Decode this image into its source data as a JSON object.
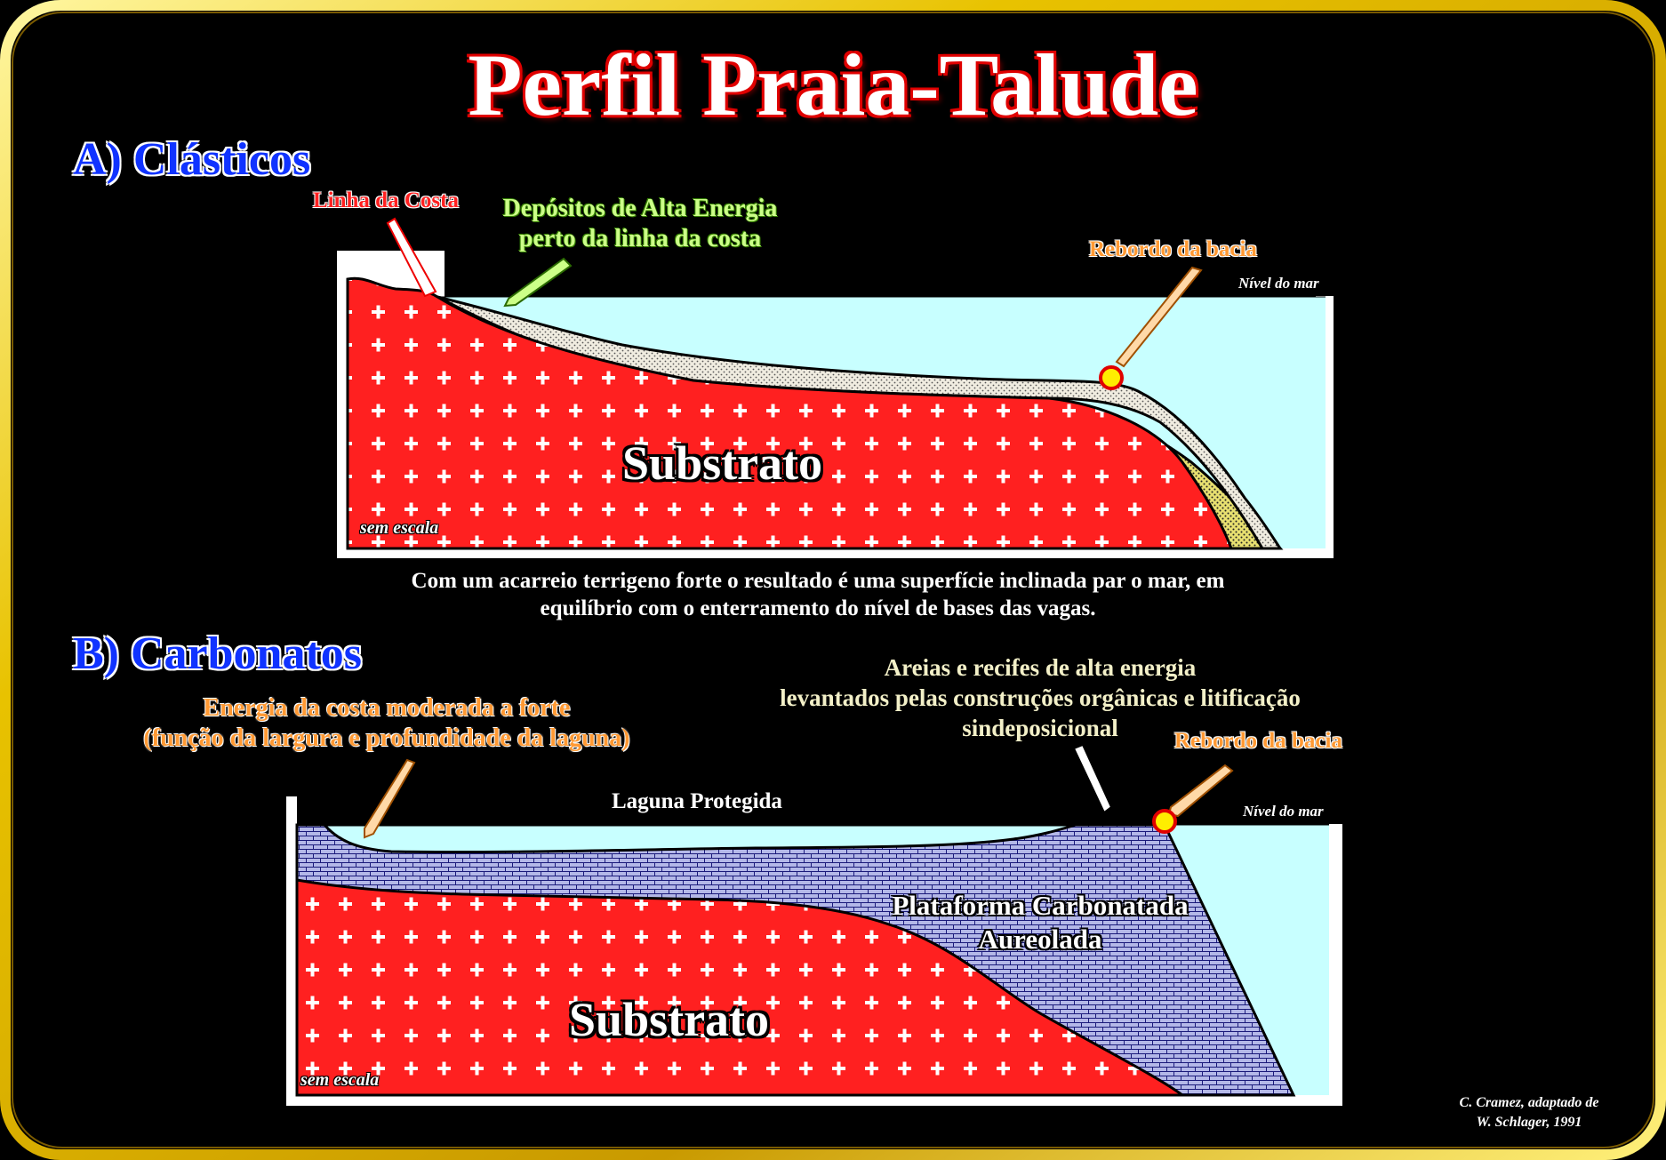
{
  "title": "Perfil Praia-Talude",
  "section_a": {
    "heading": "A) Clásticos",
    "linha_costa": "Linha da Costa",
    "depositos_line1": "Depósitos de Alta Energia",
    "depositos_line2": "perto da linha da costa",
    "rebordo": "Rebordo da bacia",
    "nivel_mar": "Nível do mar",
    "substrato": "Substrato",
    "sem_escala": "sem escala",
    "caption_line1": "Com um acarreio terrigeno forte o resultado é uma superfície inclinada par o mar, em",
    "caption_line2": "equilíbrio com o enterramento do nível de bases das vagas."
  },
  "section_b": {
    "heading": "B) Carbonatos",
    "energia_line1": "Energia da costa moderada a forte",
    "energia_line2": "(função da largura e profundidade da laguna)",
    "areias_line1": "Areias e recifes de alta energia",
    "areias_line2": "levantados pelas construções orgânicas e  litificação",
    "areias_line3": "sindeposicional",
    "rebordo": "Rebordo da bacia",
    "laguna": "Laguna Protegida",
    "nivel_mar": "Nível do mar",
    "plataforma_line1": "Plataforma Carbonatada",
    "plataforma_line2": "Aureolada",
    "substrato": "Substrato",
    "sem_escala": "sem escala"
  },
  "credit_line1": "C. Cramez, adaptado de",
  "credit_line2": "W. Schlager, 1991",
  "colors": {
    "frame_gold": "#e8c200",
    "substrate_red": "#ff2020",
    "sea_cyan": "#c8ffff",
    "carbonate_blue": "#9aa0e0",
    "slope_yellow": "#e8e070"
  }
}
